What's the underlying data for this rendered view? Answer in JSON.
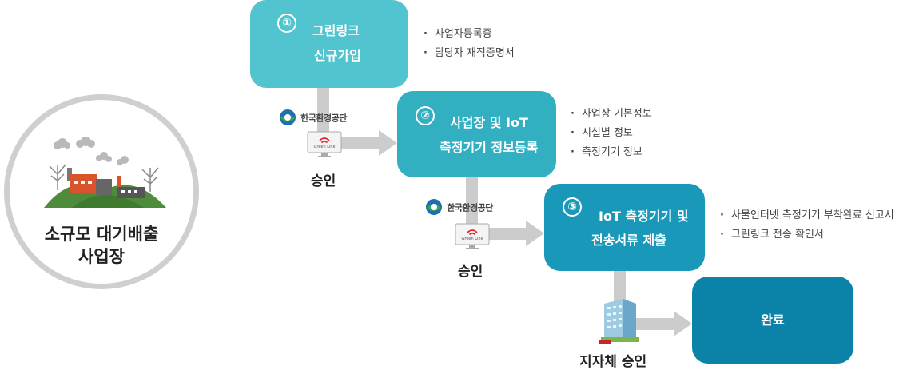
{
  "source": {
    "title": "소규모 대기배출 사업장"
  },
  "steps": [
    {
      "number": "①",
      "line1": "그린링크",
      "line2": "신규가입"
    },
    {
      "number": "②",
      "line1": "사업장 및 IoT",
      "line2": "측정기기 정보등록"
    },
    {
      "number": "③",
      "line1": "IoT 측정기기 및",
      "line2": "전송서류 제출"
    },
    {
      "label": "완료"
    }
  ],
  "bullets": [
    [
      "사업자등록증",
      "담당자 재직증명서"
    ],
    [
      "사업장 기본정보",
      "시설별 정보",
      "측정기기 정보"
    ],
    [
      "사물인터넷 측정기기 부착완료 신고서",
      "그린링크 전송 확인서"
    ]
  ],
  "approvals": [
    {
      "agency": "한국환경공단",
      "monitor_brand": "Green Link",
      "label": "승인"
    },
    {
      "agency": "한국환경공단",
      "monitor_brand": "Green Link",
      "label": "승인"
    },
    {
      "label": "지자체 승인"
    }
  ],
  "colors": {
    "step1": "#52c4cf",
    "step2": "#33afc2",
    "step3": "#1a98b9",
    "step4": "#0b82a8",
    "connector": "#cccccc",
    "circle_border": "#cfcfcf"
  }
}
